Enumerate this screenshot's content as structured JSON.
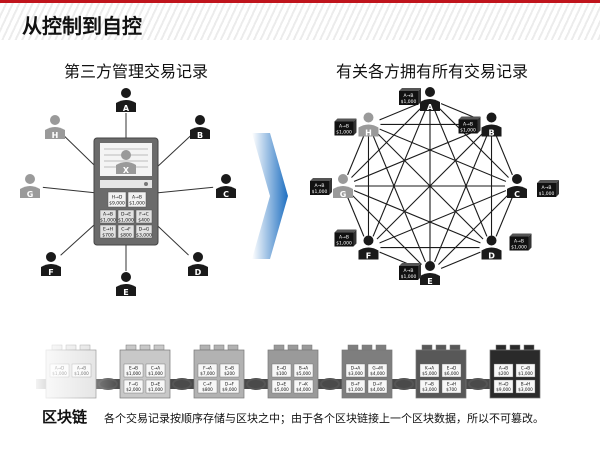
{
  "title": "从控制到自控",
  "left_heading": "第三方管理交易记录",
  "right_heading": "有关各方拥有所有交易记录",
  "colors": {
    "accent": "#c0141c",
    "dark_person": "#1a1a1a",
    "gray_person": "#9a9a9a",
    "ledger_panel": "#6b6b6b",
    "arrow_blue": "#1e6fc1"
  },
  "left_diagram": {
    "center_label": "X",
    "nodes": [
      {
        "label": "A",
        "tone": "dark"
      },
      {
        "label": "B",
        "tone": "dark"
      },
      {
        "label": "C",
        "tone": "dark"
      },
      {
        "label": "D",
        "tone": "dark"
      },
      {
        "label": "E",
        "tone": "dark"
      },
      {
        "label": "F",
        "tone": "dark"
      },
      {
        "label": "G",
        "tone": "gray"
      },
      {
        "label": "H",
        "tone": "gray"
      }
    ],
    "ledger_entries": [
      {
        "line1": "H→D",
        "line2": "$9,000"
      },
      {
        "line1": "A→B",
        "line2": "$1,000"
      },
      {
        "line1": "A→B",
        "line2": "$1,000"
      },
      {
        "line1": "D→E",
        "line2": "$1,000"
      },
      {
        "line1": "F→C",
        "line2": "$400"
      },
      {
        "line1": "E→H",
        "line2": "$700"
      },
      {
        "line1": "C→F",
        "line2": "$800"
      },
      {
        "line1": "D→G",
        "line2": "$3,000"
      }
    ]
  },
  "right_diagram": {
    "nodes": [
      {
        "label": "A",
        "tone": "dark",
        "ledger": "A→B $1,000"
      },
      {
        "label": "B",
        "tone": "dark",
        "ledger": "A→B $1,000"
      },
      {
        "label": "C",
        "tone": "dark",
        "ledger": "A→B $1,000"
      },
      {
        "label": "D",
        "tone": "dark",
        "ledger": "A→B $1,000"
      },
      {
        "label": "E",
        "tone": "dark",
        "ledger": "A→B $1,000"
      },
      {
        "label": "F",
        "tone": "dark",
        "ledger": "A→B $1,000"
      },
      {
        "label": "G",
        "tone": "gray",
        "ledger": "A→B $1,000"
      },
      {
        "label": "H",
        "tone": "gray",
        "ledger": "A→B $1,000"
      }
    ]
  },
  "chain_blocks": [
    {
      "shade": "#dcdcdc",
      "entries": [
        [
          "A→D",
          "$1,000"
        ],
        [
          "A→B",
          "$1,000"
        ]
      ]
    },
    {
      "shade": "#c8c8c8",
      "entries": [
        [
          "E→B",
          "$1,000"
        ],
        [
          "C→A",
          "$1,000"
        ],
        [
          "F→G",
          "$2,000"
        ],
        [
          "D→E",
          "$1,000"
        ]
      ]
    },
    {
      "shade": "#b2b2b2",
      "entries": [
        [
          "F→A",
          "$7,000"
        ],
        [
          "E→B",
          "$200"
        ],
        [
          "C→F",
          "$800"
        ],
        [
          "D→F",
          "$9,000"
        ]
      ]
    },
    {
      "shade": "#9a9a9a",
      "entries": [
        [
          "E→D",
          "$100"
        ],
        [
          "B→A",
          "$5,000"
        ],
        [
          "D→E",
          "$5,000"
        ],
        [
          "F→K",
          "$4,000"
        ]
      ]
    },
    {
      "shade": "#7e7e7e",
      "entries": [
        [
          "D→A",
          "$3,000"
        ],
        [
          "G→M",
          "$4,000"
        ],
        [
          "B→F",
          "$1,000"
        ],
        [
          "D→Y",
          "$4,000"
        ]
      ]
    },
    {
      "shade": "#585858",
      "entries": [
        [
          "K→A",
          "$5,000"
        ],
        [
          "E→D",
          "$6,000"
        ],
        [
          "F→B",
          "$3,000"
        ],
        [
          "E→H",
          "$700"
        ]
      ]
    },
    {
      "shade": "#2a2a2a",
      "entries": [
        [
          "A→B",
          "$200"
        ],
        [
          "C→B",
          "$1,000"
        ],
        [
          "H→D",
          "$9,000"
        ],
        [
          "B→H",
          "$3,000"
        ]
      ]
    }
  ],
  "caption": {
    "term": "区块链",
    "text": "各个交易记录按顺序存储与区块之中；由于各个区块链接上一个区块数据，所以不可篡改。"
  }
}
